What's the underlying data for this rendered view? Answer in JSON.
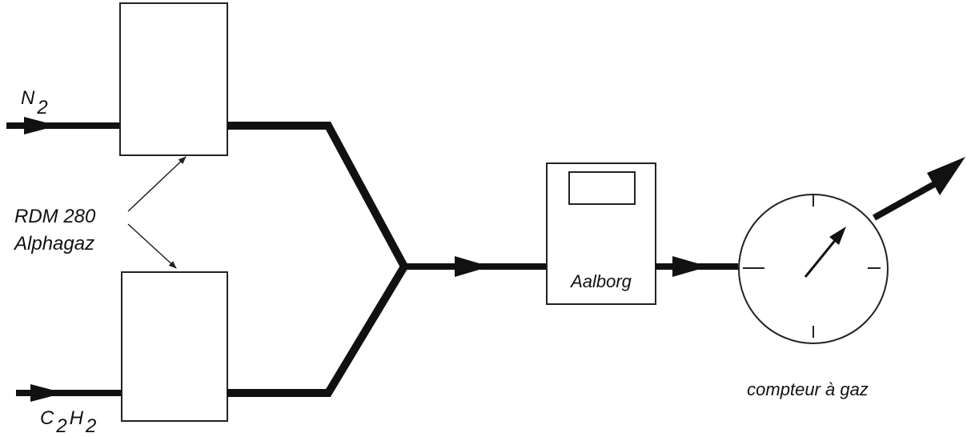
{
  "labels": {
    "n2_main": "N",
    "n2_sub": "2",
    "c2h2_c": "C",
    "c2h2_sub1": "2",
    "c2h2_h": "H",
    "c2h2_sub2": "2",
    "regulator_line1": "RDM 280",
    "regulator_line2": "Alphagaz",
    "flowmeter": "Aalborg",
    "gas_meter": "compteur à gaz"
  },
  "colors": {
    "line": "#111111",
    "background": "#ffffff"
  }
}
